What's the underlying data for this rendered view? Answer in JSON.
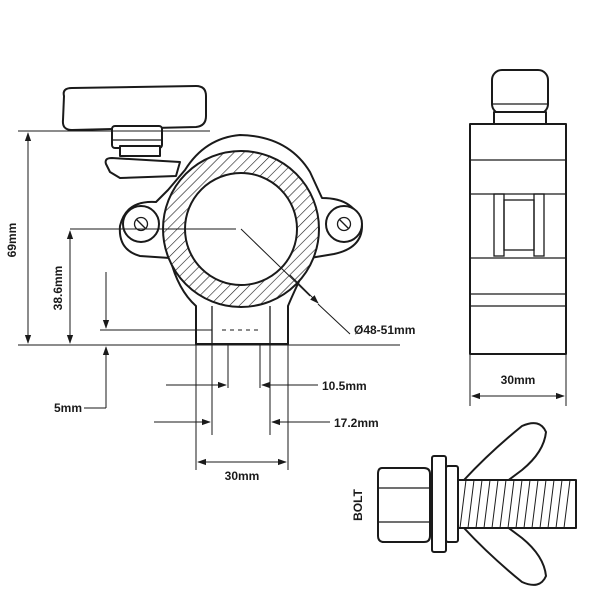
{
  "labels": {
    "height_total": "69mm",
    "height_center": "38.6mm",
    "gap": "5mm",
    "tube_diameter": "Ø48-51mm",
    "slot_inner": "10.5mm",
    "slot_outer": "17.2mm",
    "base_width": "30mm",
    "side_width": "30mm",
    "bolt": "BOLT"
  },
  "colors": {
    "ink": "#1a1a1a",
    "background": "#ffffff"
  }
}
